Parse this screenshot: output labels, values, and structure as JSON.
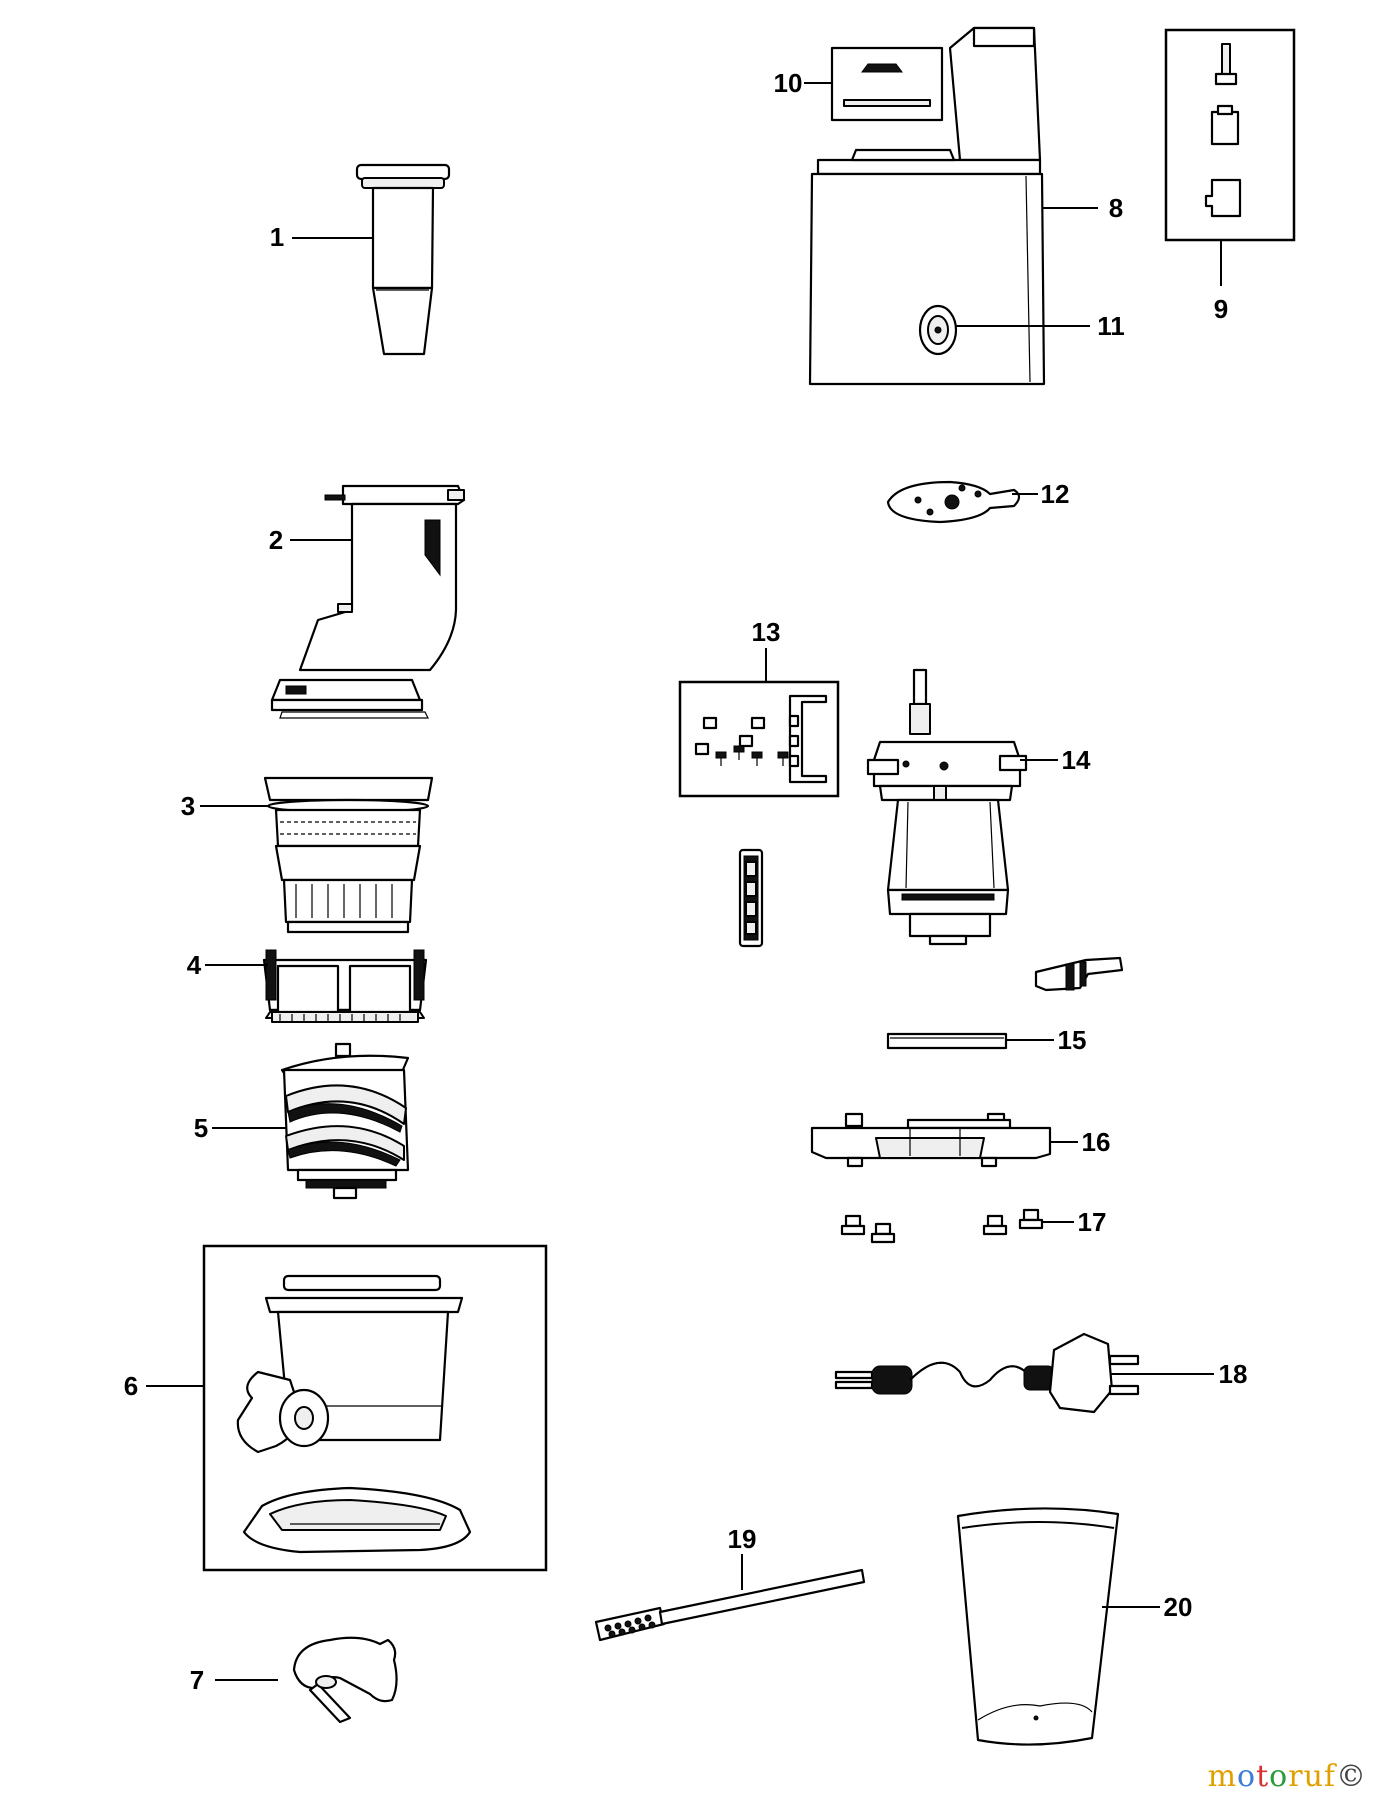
{
  "parts": [
    {
      "number": "1",
      "icon": "pusher-icon"
    },
    {
      "number": "2",
      "icon": "hopper-icon"
    },
    {
      "number": "3",
      "icon": "strainer-icon"
    },
    {
      "number": "4",
      "icon": "rotating-brush-icon"
    },
    {
      "number": "5",
      "icon": "screw-auger-icon"
    },
    {
      "number": "6",
      "icon": "juicing-drum-icon"
    },
    {
      "number": "7",
      "icon": "spout-cap-icon"
    },
    {
      "number": "8",
      "icon": "base-housing-icon"
    },
    {
      "number": "9",
      "icon": "switch-parts-icon"
    },
    {
      "number": "10",
      "icon": "label-plate-icon"
    },
    {
      "number": "11",
      "icon": "switch-knob-icon"
    },
    {
      "number": "12",
      "icon": "mounting-plate-icon"
    },
    {
      "number": "13",
      "icon": "screw-set-icon"
    },
    {
      "number": "14",
      "icon": "motor-icon"
    },
    {
      "number": "15",
      "icon": "seal-strip-icon"
    },
    {
      "number": "16",
      "icon": "bottom-cover-icon"
    },
    {
      "number": "17",
      "icon": "rubber-feet-icon"
    },
    {
      "number": "18",
      "icon": "power-cord-icon"
    },
    {
      "number": "19",
      "icon": "cleaning-brush-icon"
    },
    {
      "number": "20",
      "icon": "juice-cup-icon"
    }
  ],
  "watermark": [
    "m",
    "o",
    "t",
    "o",
    "ruf",
    "©"
  ]
}
